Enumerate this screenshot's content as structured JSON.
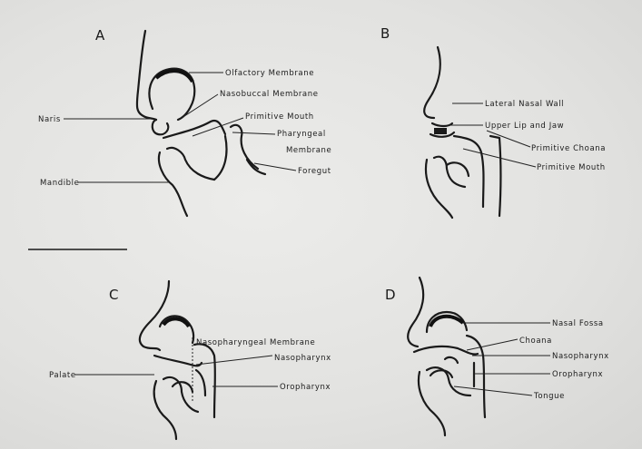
{
  "panels": [
    {
      "letter": "A",
      "labels": {
        "olfactory": "Olfactory Membrane",
        "nasobuccal": "Nasobuccal Membrane",
        "primitive_mouth": "Primitive Mouth",
        "pharyngeal_1": "Pharyngeal",
        "pharyngeal_2": "Membrane",
        "foregut": "Foregut",
        "naris": "Naris",
        "mandible": "Mandible"
      }
    },
    {
      "letter": "B",
      "labels": {
        "lateral_nasal_wall": "Lateral Nasal Wall",
        "upper_lip_jaw": "Upper Lip and Jaw",
        "primitive_choana": "Primitive Choana",
        "primitive_mouth": "Primitive Mouth"
      }
    },
    {
      "letter": "C",
      "labels": {
        "nasopharyngeal_membrane": "Nasopharyngeal Membrane",
        "nasopharynx": "Nasopharynx",
        "palate": "Palate",
        "oropharynx": "Oropharynx"
      }
    },
    {
      "letter": "D",
      "labels": {
        "nasal_fossa": "Nasal Fossa",
        "choana": "Choana",
        "nasopharynx": "Nasopharynx",
        "oropharynx": "Oropharynx",
        "tongue": "Tongue"
      }
    }
  ]
}
